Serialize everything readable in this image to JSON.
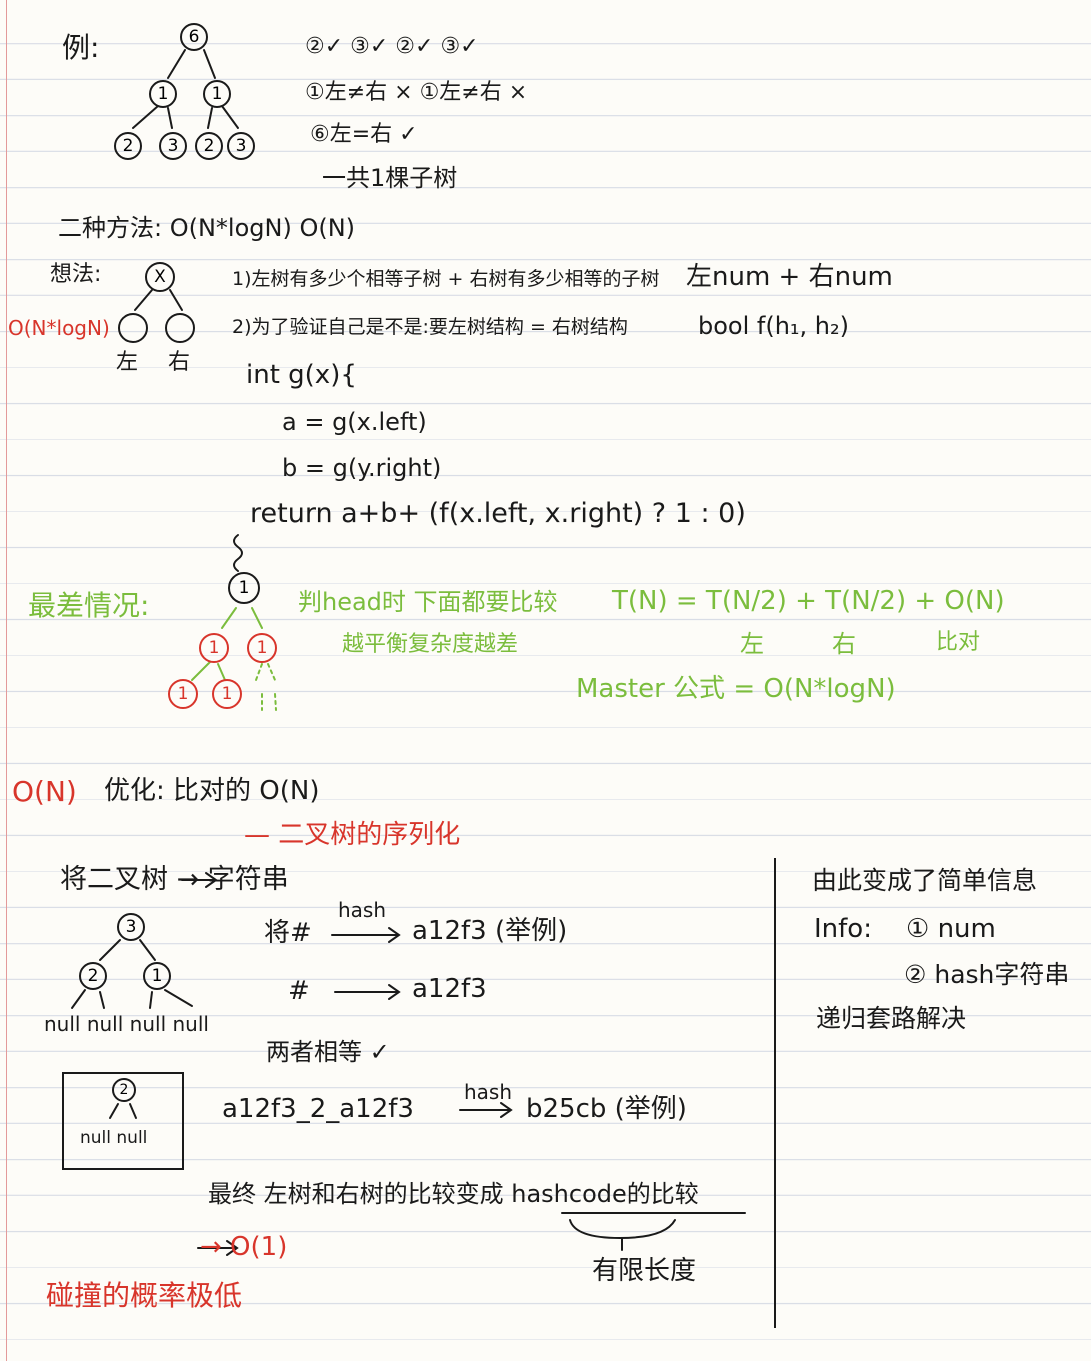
{
  "colors": {
    "ink": "#1a1a1a",
    "green": "#7bbd3d",
    "red": "#d8352b",
    "rule": "#d9dde6"
  },
  "example": {
    "label": "例:",
    "tree": {
      "root": "6",
      "mid": [
        "1",
        "1"
      ],
      "leaves": [
        "2",
        "3",
        "2",
        "3"
      ]
    },
    "check_row": "②✓ ③✓ ②✓ ③✓",
    "line1": "①左≠右 ×   ①左≠右 ×",
    "line2": "⑥左=右 ✓",
    "line3": "一共1棵子树"
  },
  "method_two": {
    "title": "二种方法: O(N*logN)  O(N)",
    "idea_label": "想法:",
    "idea_node": "X",
    "side_label": "O(N*logN)",
    "lr": [
      "左",
      "右"
    ],
    "point1": "1)左树有多少个相等子树 + 右树有多少相等的子树",
    "point1_note": "左num + 右num",
    "point2": "2)为了验证自己是不是:要左树结构 = 右树结构",
    "point2_note": "bool f(h₁, h₂)",
    "code": [
      "int g(x){",
      "a = g(x.left)",
      "b = g(y.right)",
      "return a+b+ (f(x.left, x.right) ? 1 : 0)"
    ]
  },
  "worst_case": {
    "label": "最差情况:",
    "nodes": [
      "1",
      "1",
      "1",
      "1",
      "1"
    ],
    "note1": "判head时 下面都要比较",
    "note2": "越平衡复杂度越差",
    "formula": "T(N) = T(N/2) + T(N/2) + O(N)",
    "formula_labels": [
      "左",
      "右",
      "比对"
    ],
    "master": "Master 公式 = O(N*logN)"
  },
  "optimize": {
    "title_red": "O(N)",
    "title": "优化: 比对的 O(N)",
    "subtitle": "— 二叉树的序列化",
    "step1": "将二叉树 → 字符串",
    "tree": {
      "root": "3",
      "mid": [
        "2",
        "1"
      ],
      "leaves": [
        "null",
        "null",
        "null",
        "null"
      ]
    },
    "hash_label": "hash",
    "map1_from": "将#",
    "map1_to": "a12f3 (举例)",
    "map2_from": "#",
    "map2_to": "a12f3",
    "equal_note": "两者相等 ✓",
    "box_tree": {
      "root": "2",
      "leaves": "null null"
    },
    "concat": "a12f3_2_a12f3",
    "concat_to": "b25cb (举例)",
    "final": "最终 左树和右树的比较变成 hashcode的比较",
    "arrow_o1": "→   O(1)",
    "finite": "有限长度",
    "collision": "碰撞的概率极低"
  },
  "side_panel": {
    "line1": "由此变成了简单信息",
    "info_label": "Info:",
    "info1": "① num",
    "info2": "② hash字符串",
    "line3": "递归套路解决"
  }
}
